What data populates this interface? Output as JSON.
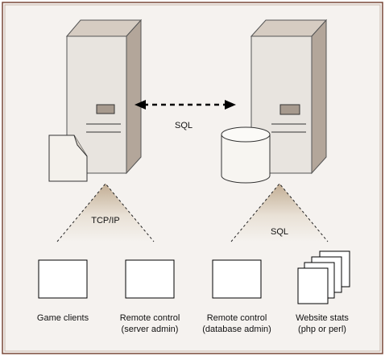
{
  "diagram": {
    "connection_label_top": "SQL",
    "game_server": {
      "connection_label": "TCP/IP"
    },
    "database_server": {
      "connection_label": "SQL"
    },
    "clients": [
      {
        "label_line1": "Game clients",
        "label_line2": ""
      },
      {
        "label_line1": "Remote control",
        "label_line2": "(server admin)"
      },
      {
        "label_line1": "Remote control",
        "label_line2": "(database admin)"
      },
      {
        "label_line1": "Website stats",
        "label_line2": "(php or perl)"
      }
    ]
  },
  "colors": {
    "background": "#f5f2ef",
    "border": "#7a4a3a",
    "tower_front": "#e8e4df",
    "tower_top": "#d6ccc2",
    "tower_side": "#b3a69a",
    "cone": "#d8cbb8"
  }
}
